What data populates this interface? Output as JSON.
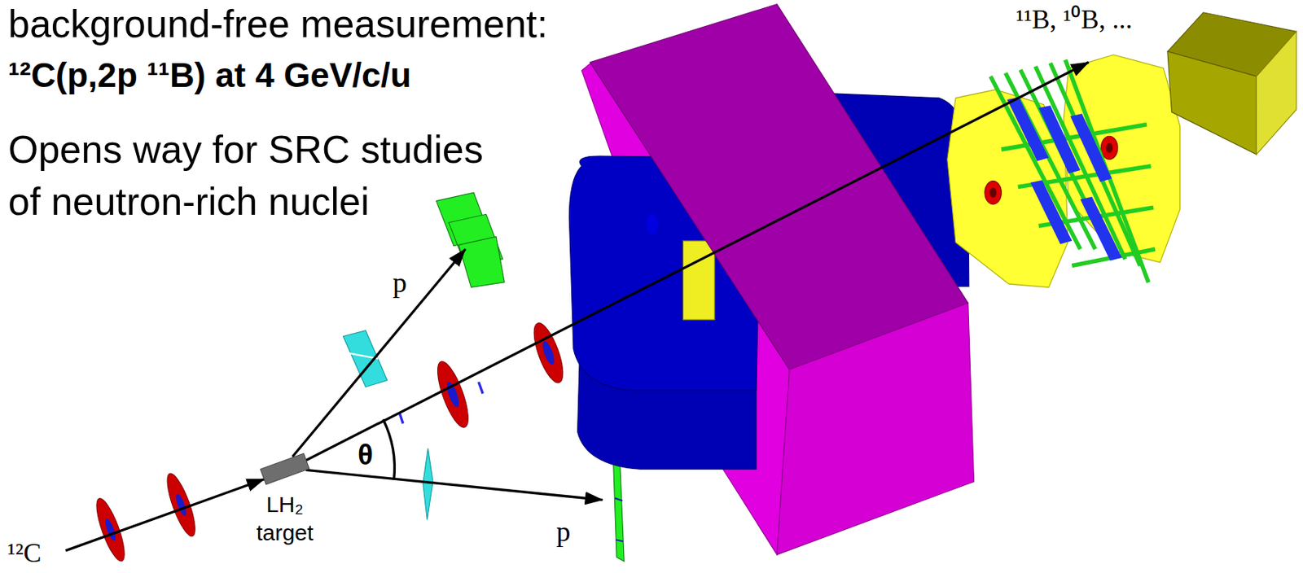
{
  "diagram": {
    "title": "background-free measurement:",
    "nodes": [
      {
        "text": [
          "LH₂ target"
        ]
      }
    ],
    "labels": [
      "¹²C(p,2p ¹¹B) at 4 GeV/c/u",
      "Opens way for SRC studies of neutron-rich nuclei",
      "¹¹B, ¹⁰B, ...",
      "p",
      "p",
      "θ",
      "¹²C"
    ]
  }
}
